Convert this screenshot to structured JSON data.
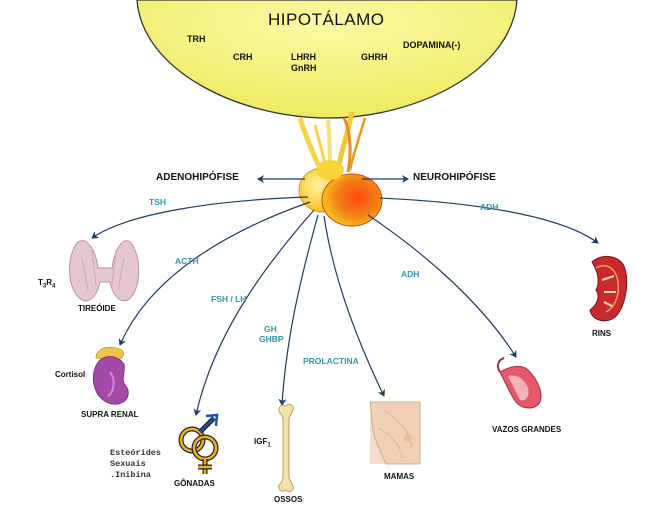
{
  "hypothalamus": {
    "title": "HIPOTÁLAMO",
    "hormones": [
      "TRH",
      "CRH",
      "LHRH",
      "GnRH",
      "GHRH",
      "DOPAMINA(-)"
    ]
  },
  "pituitary": {
    "anterior": "ADENOHIPÓFISE",
    "posterior": "NEUROHIPÓFISE"
  },
  "hormones": {
    "tsh": "TSH",
    "acth": "ACTH",
    "fsh_lh": "FSH / LH",
    "gh": "GH",
    "ghbp": "GHBP",
    "prolactina": "PROLACTINA",
    "adh_rins": "ADH",
    "adh_vazos": "ADH"
  },
  "organs": {
    "tireoide": "TIREÓIDE",
    "supra_renal": "SUPRA RENAL",
    "gonadas": "GÔNADAS",
    "ossos": "OSSOS",
    "mamas": "MAMAS",
    "vazos": "VAZOS GRANDES",
    "rins": "RINS"
  },
  "secretions": {
    "t3t4": "T3R4",
    "cortisol": "Cortisol",
    "igf1": "IGF1",
    "gonad_products": [
      "Esteórides",
      "Sexuais",
      ".Inibina"
    ]
  },
  "colors": {
    "hypothalamus_fill": "#f3f07a",
    "arrow": "#1e3a66",
    "hormone_text": "#2e9aa6",
    "gland": "#f08a1c"
  }
}
